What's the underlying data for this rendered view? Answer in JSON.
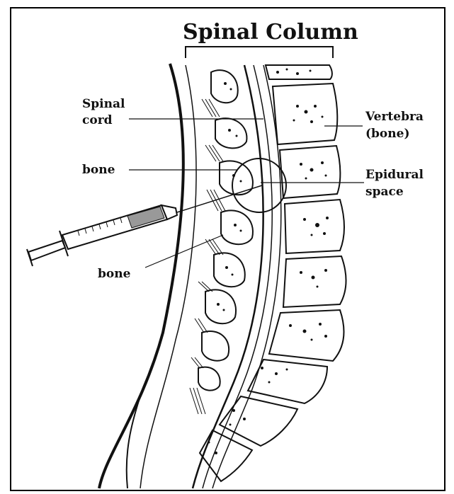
{
  "diagram": {
    "title": "Spinal Column",
    "labels": {
      "spinal_cord_line1": "Spinal",
      "spinal_cord_line2": "cord",
      "bone_upper": "bone",
      "bone_lower": "bone",
      "vertebra_line1": "Vertebra",
      "vertebra_line2": "(bone)",
      "epidural_line1": "Epidural",
      "epidural_line2": "space"
    },
    "colors": {
      "ink": "#111111",
      "background": "#ffffff",
      "syringe_fill": "#999999"
    }
  }
}
